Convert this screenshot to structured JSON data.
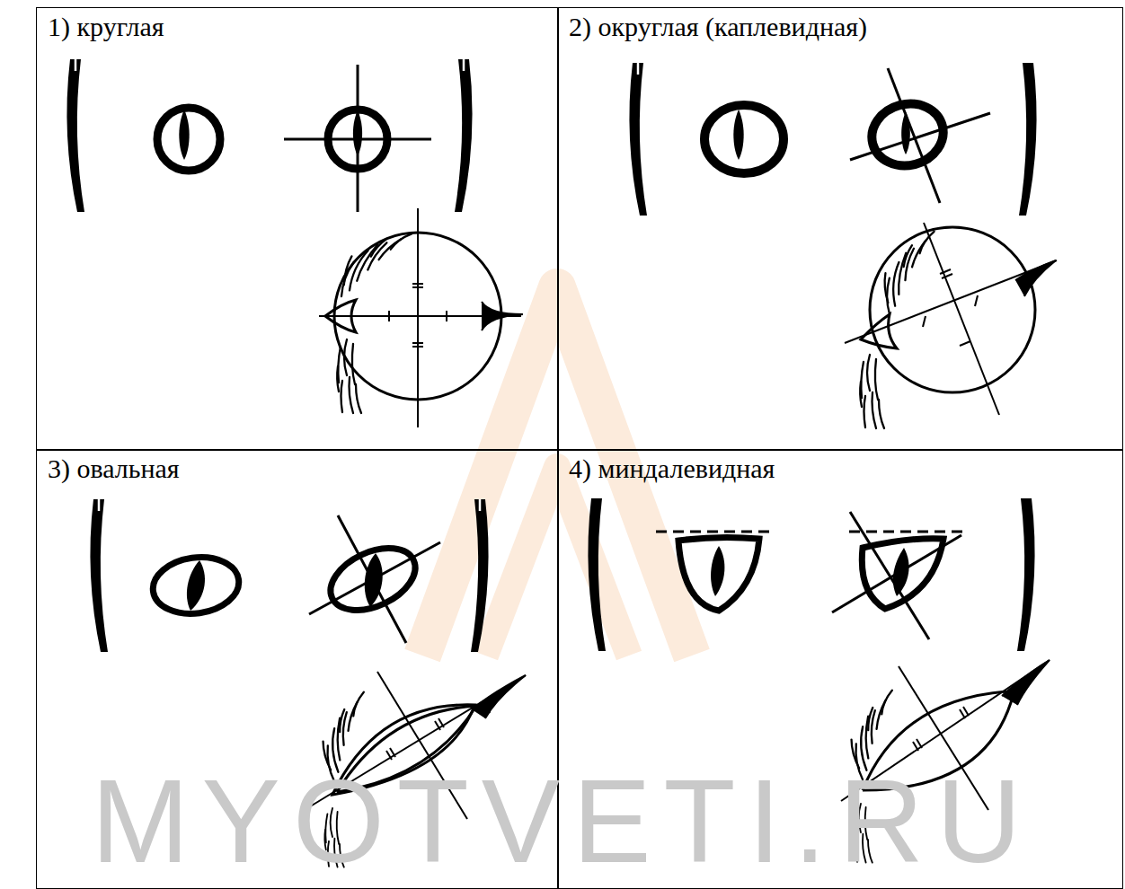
{
  "diagram": {
    "nodes": [
      {
        "text": [
          "1) круглая"
        ]
      },
      {
        "text": [
          "2) округлая (каплевидная)"
        ]
      },
      {
        "text": [
          "3) овальная"
        ]
      },
      {
        "text": [
          "4) миндалевидная"
        ]
      }
    ],
    "labels": [
      "MYOTVETI.RU"
    ]
  }
}
